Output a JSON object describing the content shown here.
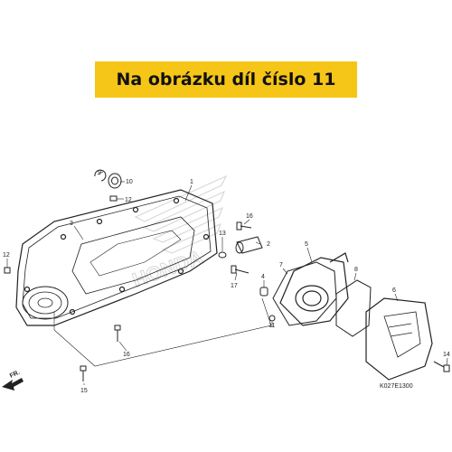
{
  "banner": {
    "text": "Na obrázku díl číslo 11"
  },
  "diagram_code": "K027E1300",
  "direction_label": "FR.",
  "brand_watermark": "HONDA",
  "callouts": [
    "1",
    "2",
    "3",
    "4",
    "5",
    "6",
    "7",
    "8",
    "9",
    "10",
    "11",
    "12",
    "12",
    "13",
    "14",
    "15",
    "16",
    "16",
    "17"
  ]
}
